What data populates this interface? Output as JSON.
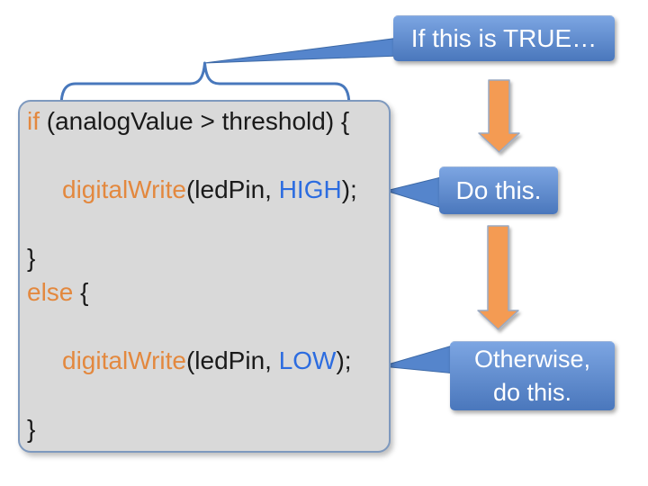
{
  "slide": {
    "background": "#ffffff"
  },
  "colors": {
    "keyword_orange": "#E3883E",
    "keyword_blue": "#2C6CE0",
    "code_text": "#1a1a1a",
    "code_box_fill": "#D9D9D9",
    "code_box_border": "#7E99BE",
    "brace_stroke": "#4878BC",
    "arrow_fill": "#F49B52",
    "arrow_border": "#9AA9C2",
    "callout_top": "#7CA5E2",
    "callout_bottom": "#4A77BC",
    "callout_mid": "#5585CC",
    "callout_border": "#3D69A6",
    "callout_text": "#FFFFFF"
  },
  "code": {
    "lines": [
      {
        "indent": false,
        "segments": [
          {
            "text": "if",
            "color": "orange"
          },
          {
            "text": " (analogValue > threshold) {",
            "color": "default"
          }
        ]
      },
      {
        "indent": false,
        "segments": []
      },
      {
        "indent": true,
        "segments": [
          {
            "text": "digitalWrite",
            "color": "orange"
          },
          {
            "text": "(ledPin, ",
            "color": "default"
          },
          {
            "text": "HIGH",
            "color": "blue"
          },
          {
            "text": ");",
            "color": "default"
          }
        ]
      },
      {
        "indent": false,
        "segments": []
      },
      {
        "indent": false,
        "segments": [
          {
            "text": "}",
            "color": "default"
          }
        ]
      },
      {
        "indent": false,
        "segments": [
          {
            "text": "else",
            "color": "orange"
          },
          {
            "text": " {",
            "color": "default"
          }
        ]
      },
      {
        "indent": false,
        "segments": []
      },
      {
        "indent": true,
        "segments": [
          {
            "text": "digitalWrite",
            "color": "orange"
          },
          {
            "text": "(ledPin, ",
            "color": "default"
          },
          {
            "text": "LOW",
            "color": "blue"
          },
          {
            "text": ");",
            "color": "default"
          }
        ]
      },
      {
        "indent": false,
        "segments": []
      },
      {
        "indent": false,
        "segments": [
          {
            "text": "}",
            "color": "default"
          }
        ]
      }
    ]
  },
  "callouts": {
    "if_true": {
      "label": "If this is TRUE…"
    },
    "do_this": {
      "label": "Do this."
    },
    "otherwise": {
      "lines": [
        "Otherwise,",
        "do this."
      ]
    }
  }
}
